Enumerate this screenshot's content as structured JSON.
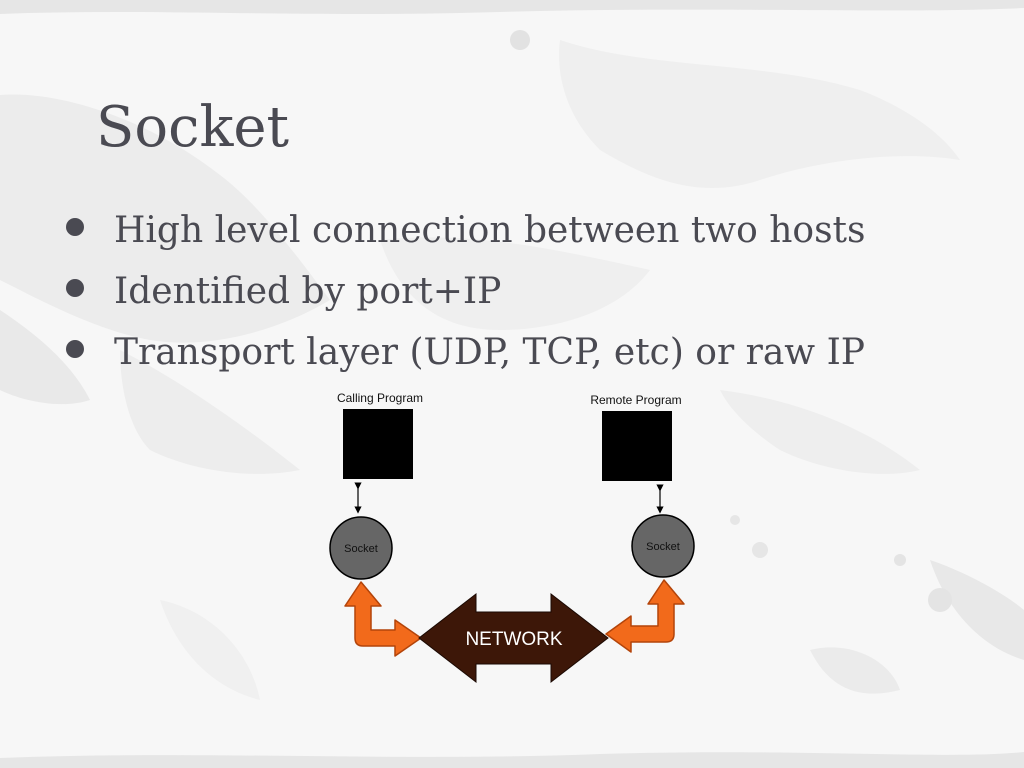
{
  "slide": {
    "title": "Socket",
    "bullets": [
      "High level connection between two hosts",
      "Identified by port+IP",
      "Transport layer (UDP, TCP, etc) or raw IP"
    ]
  },
  "diagram": {
    "left_program_label": "Calling Program",
    "right_program_label": "Remote Program",
    "left_socket_label": "Socket",
    "right_socket_label": "Socket",
    "network_label": "NETWORK",
    "colors": {
      "program_box": "#000000",
      "socket": "#666666",
      "orange_arrow": "#f26a1b",
      "network_arrow": "#3d1708"
    }
  }
}
